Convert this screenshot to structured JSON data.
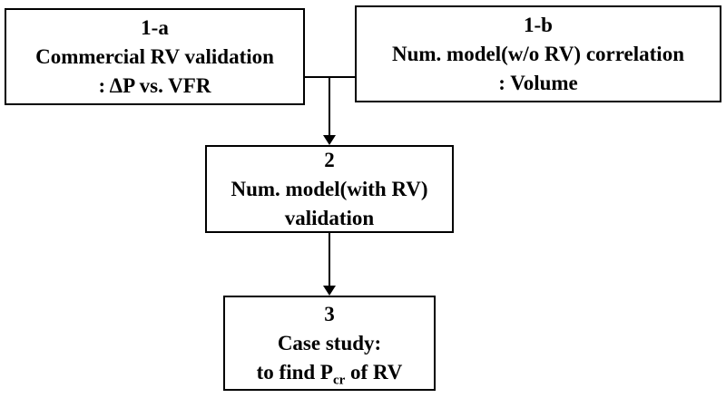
{
  "diagram": {
    "type": "flowchart",
    "colors": {
      "background": "#ffffff",
      "box_fill": "#ffffff",
      "box_border": "#000000",
      "line": "#000000",
      "text": "#000000"
    },
    "boxes": {
      "box_1a": {
        "id": "1-a",
        "line1": "Commercial RV validation",
        "line2": ": ΔP vs. VFR"
      },
      "box_1b": {
        "id": "1-b",
        "line1": "Num. model(w/o RV) correlation",
        "line2": ": Volume"
      },
      "box_2": {
        "id": "2",
        "line1": "Num. model(with RV)",
        "line2": "validation"
      },
      "box_3": {
        "id": "3",
        "line1": "Case study:",
        "line2_pre": "to find P",
        "line2_sub": "cr",
        "line2_post": " of RV"
      }
    },
    "connectors": {
      "junction": "horizontal line joining box 1-a and box 1-b",
      "arrow_1": "down arrow from junction to box 2",
      "arrow_2": "down arrow from box 2 to box 3"
    }
  }
}
